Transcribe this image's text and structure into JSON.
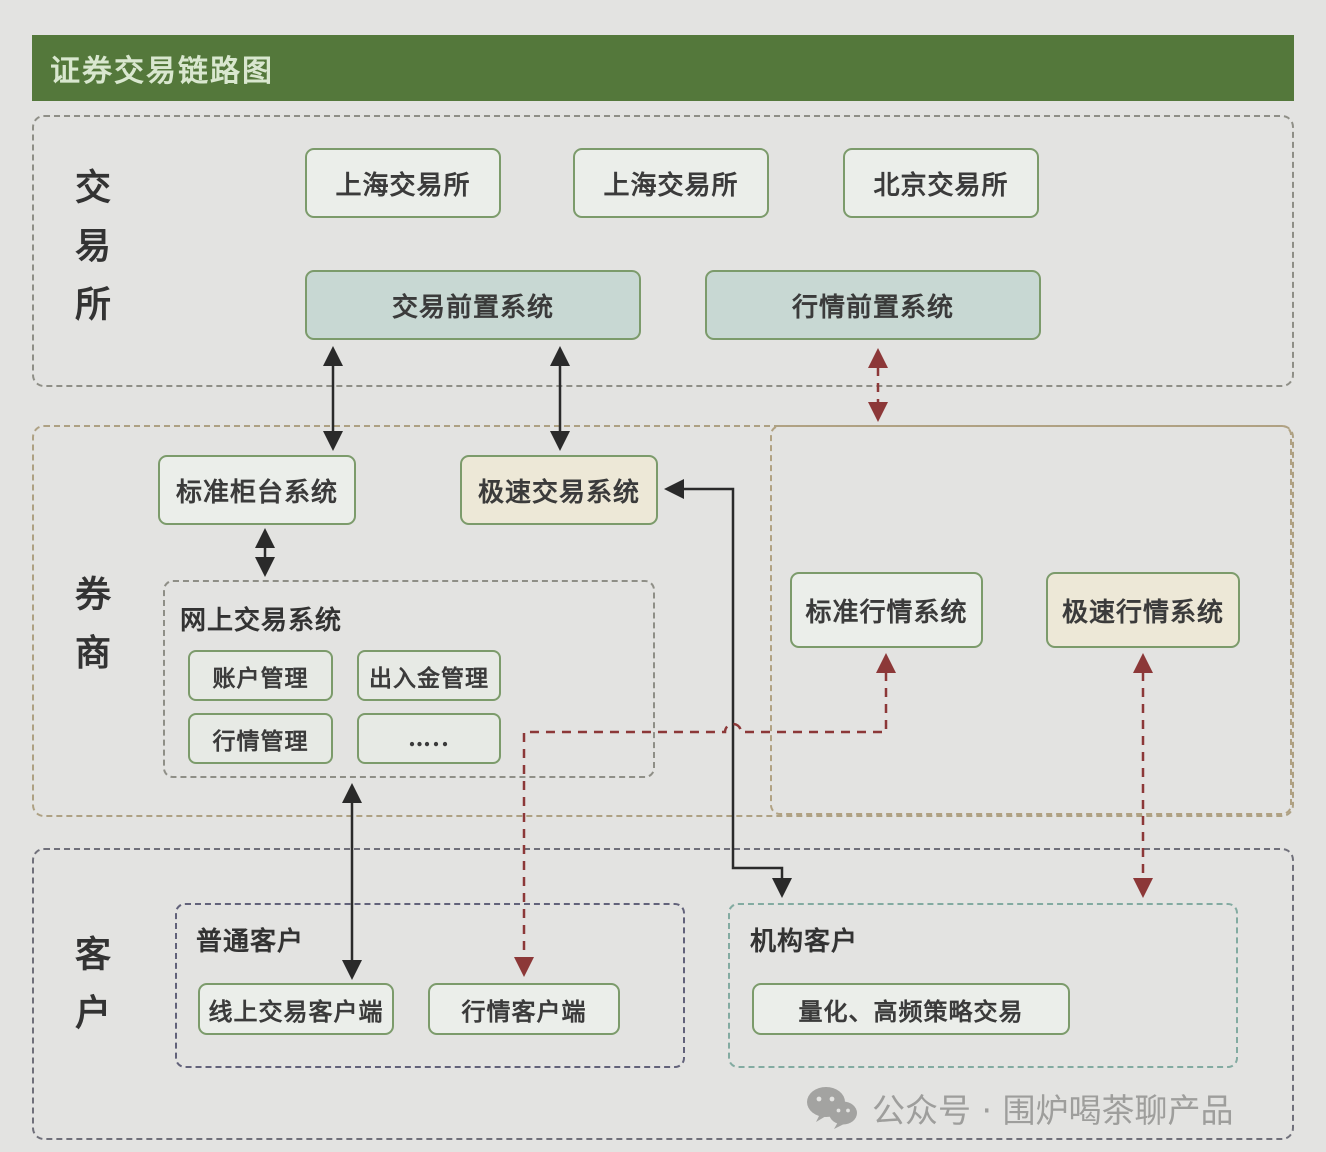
{
  "title": "证券交易链路图",
  "sections": {
    "exchange": {
      "label": "交易所",
      "boxes": {
        "shanghai_1": "上海交易所",
        "shanghai_2": "上海交易所",
        "beijing": "北京交易所",
        "trade_front": "交易前置系统",
        "quote_front": "行情前置系统"
      }
    },
    "broker": {
      "label": "券商",
      "standard_counter": "标准柜台系统",
      "rapid_trade": "极速交易系统",
      "standard_quote": "标准行情系统",
      "rapid_quote": "极速行情系统",
      "online_trading": {
        "label": "网上交易系统",
        "modules": [
          "账户管理",
          "出入金管理",
          "行情管理",
          "….."
        ]
      }
    },
    "customer": {
      "label": "客户",
      "retail": {
        "label": "普通客户",
        "online_client": "线上交易客户端",
        "quote_client": "行情客户端"
      },
      "institutional": {
        "label": "机构客户",
        "quant_trading": "量化、高频策略交易"
      }
    }
  },
  "watermark": {
    "icon": "wechat-icon",
    "text": "公众号 · 围炉喝茶聊产品"
  },
  "colors": {
    "background": "#e3e3e1",
    "title_bg": "#54783b",
    "title_text": "#d9e7cf",
    "box_border_green": "#7c9b6b",
    "teal_fill": "#c8d8d3",
    "cream_fill": "#ede8d7",
    "light_fill": "#ebeeea",
    "trade_arrow": "#2a2a2a",
    "quote_arrow": "#8c3838",
    "broker_border": "#aea183",
    "customer_border": "#70707a",
    "retail_border": "#62627a",
    "institutional_border": "#83aba1"
  }
}
